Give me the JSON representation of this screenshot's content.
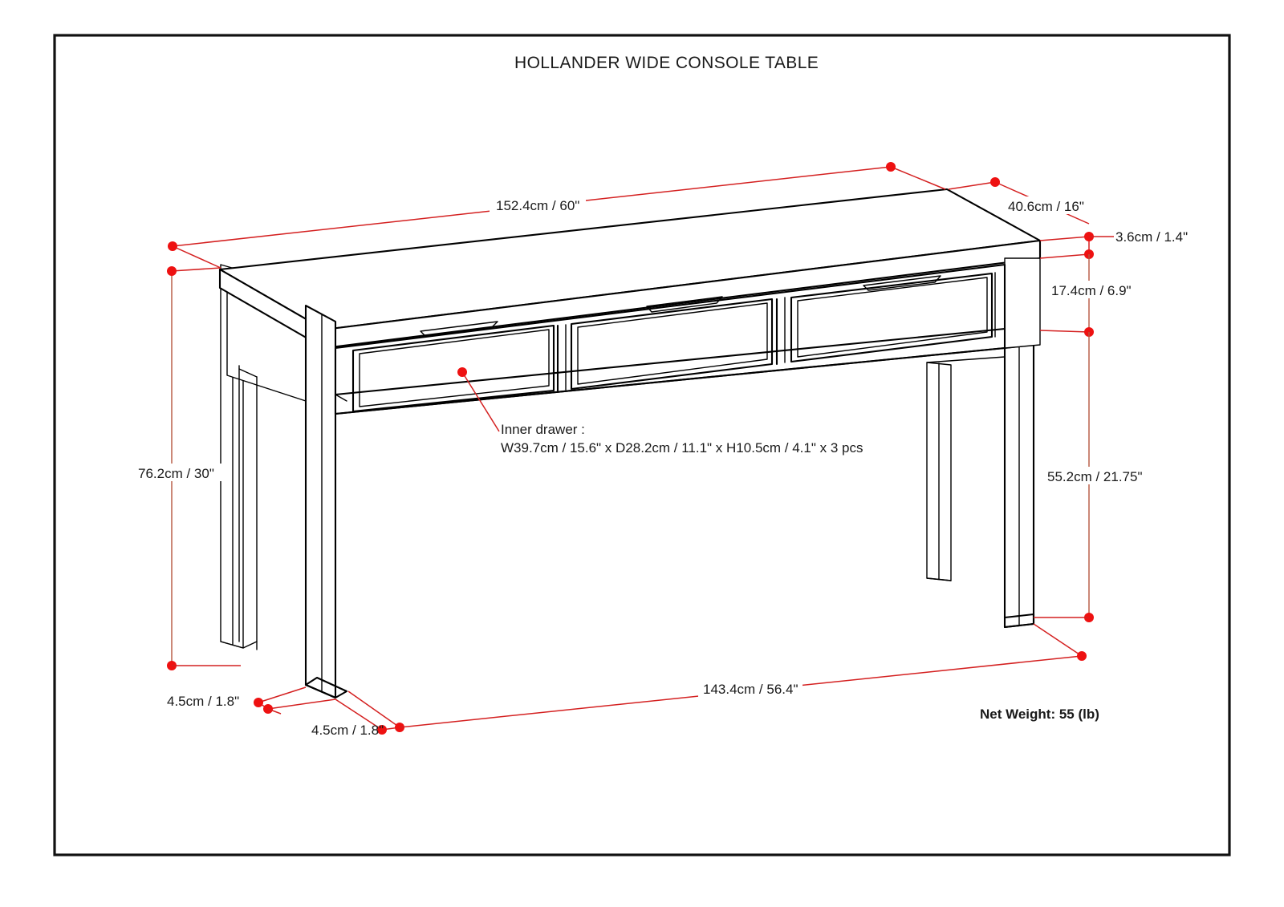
{
  "document": {
    "title": "HOLLANDER WIDE CONSOLE TABLE",
    "product_type": "console-table-technical-drawing",
    "accent_color": "#ee1111",
    "line_color": "#000000"
  },
  "dimensions": {
    "top_width": "152.4cm / 60\"",
    "top_depth": "40.6cm / 16\"",
    "top_thickness": "3.6cm / 1.4\"",
    "drawer_height": "17.4cm / 6.9\"",
    "overall_height": "76.2cm / 30\"",
    "leg_clearance_height": "55.2cm / 21.75\"",
    "leg_width_left": "4.5cm / 1.8\"",
    "leg_width_front": "4.5cm / 1.8\"",
    "base_width": "143.4cm / 56.4\""
  },
  "notes": {
    "inner_drawer_label": "Inner drawer :",
    "inner_drawer_spec": "W39.7cm / 15.6\" x D28.2cm / 11.1\" x H10.5cm / 4.1\" x 3 pcs",
    "net_weight": "Net Weight: 55 (lb)"
  }
}
